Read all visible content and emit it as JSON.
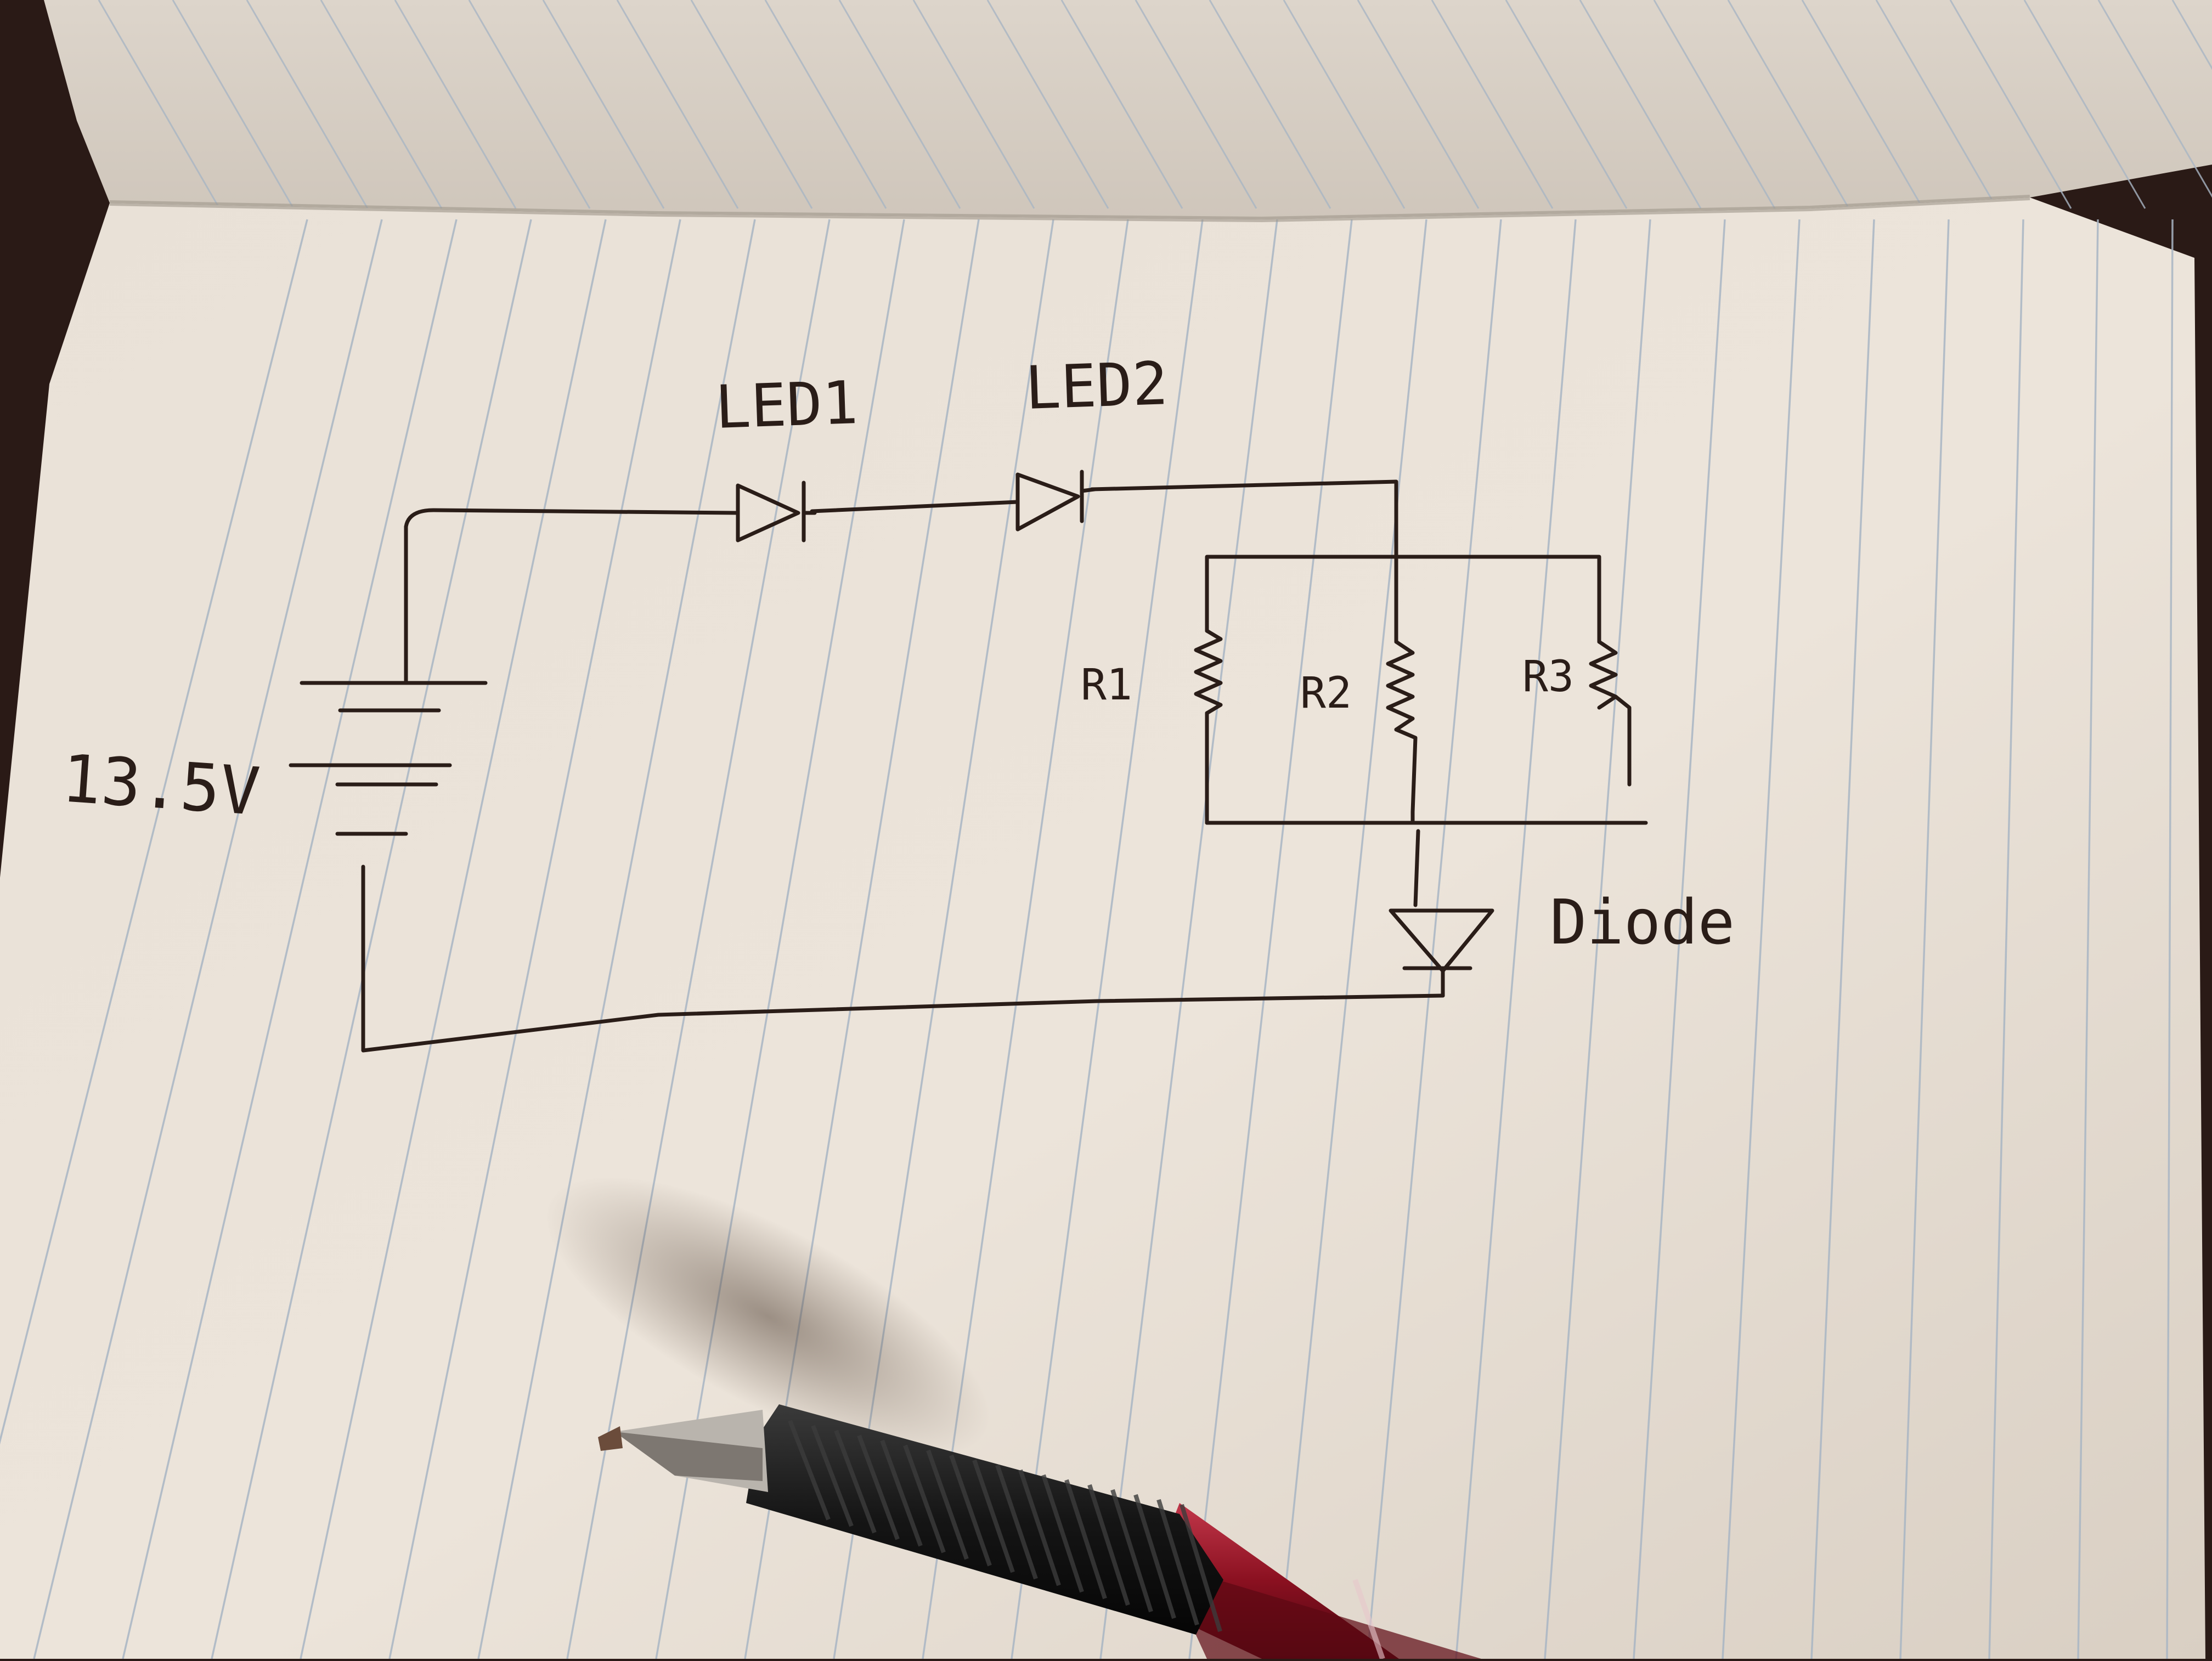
{
  "diagram": {
    "labels": {
      "led1": "LED1",
      "led2": "LED2",
      "battery_voltage": "13.5V",
      "r1": "R1",
      "r2": "R2",
      "r3": "R3",
      "diode": "Diode"
    }
  },
  "colors": {
    "ink": "#2a1d18",
    "paper": "#ece4da",
    "rule_line": "#a9b6c4",
    "pen_body": "#8a1020",
    "pen_grip": "#1a1a1a",
    "background": "#2a1a16"
  }
}
